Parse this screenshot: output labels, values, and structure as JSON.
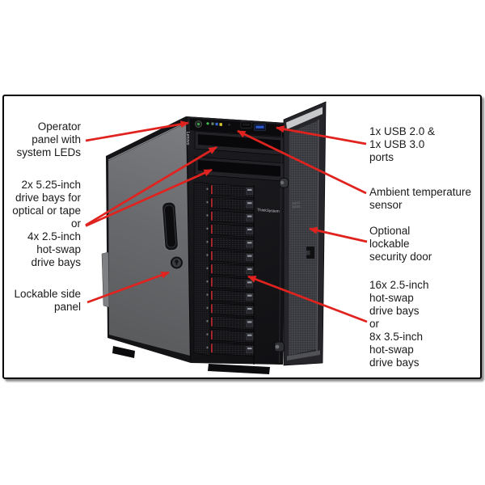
{
  "figure": {
    "type": "annotated-hardware-diagram",
    "subject": "Lenovo ThinkSystem tower server, front view with security door open",
    "arrow_color": "#e0231f",
    "labels_left": [
      {
        "id": "operator-panel",
        "text": "Operator\npanel with\nsystem LEDs"
      },
      {
        "id": "bays-525",
        "text": "2x 5.25-inch\ndrive bays for\noptical or tape\nor\n4x 2.5-inch\nhot-swap\ndrive bays"
      },
      {
        "id": "lockable-side-panel",
        "text": "Lockable side\npanel"
      }
    ],
    "labels_right": [
      {
        "id": "usb-ports",
        "text": "1x USB 2.0 &\n1x USB 3.0\nports"
      },
      {
        "id": "ambient-sensor",
        "text": "Ambient temperature\nsensor"
      },
      {
        "id": "security-door",
        "text": "Optional\nlockable\nsecurity door"
      },
      {
        "id": "hot-swap-bays",
        "text": "16x 2.5-inch\nhot-swap\ndrive bays\nor\n8x 3.5-inch\nhot-swap\ndrive bays"
      }
    ],
    "server": {
      "brand_badge": "Lenovo",
      "front_badge": "ThinkSystem",
      "drive_tray_count": 13,
      "led_colors": [
        "#3dc24f",
        "#6a8a6a",
        "#3566d6",
        "#d9cb2e"
      ],
      "usb3_color": "#2b57c8"
    }
  }
}
